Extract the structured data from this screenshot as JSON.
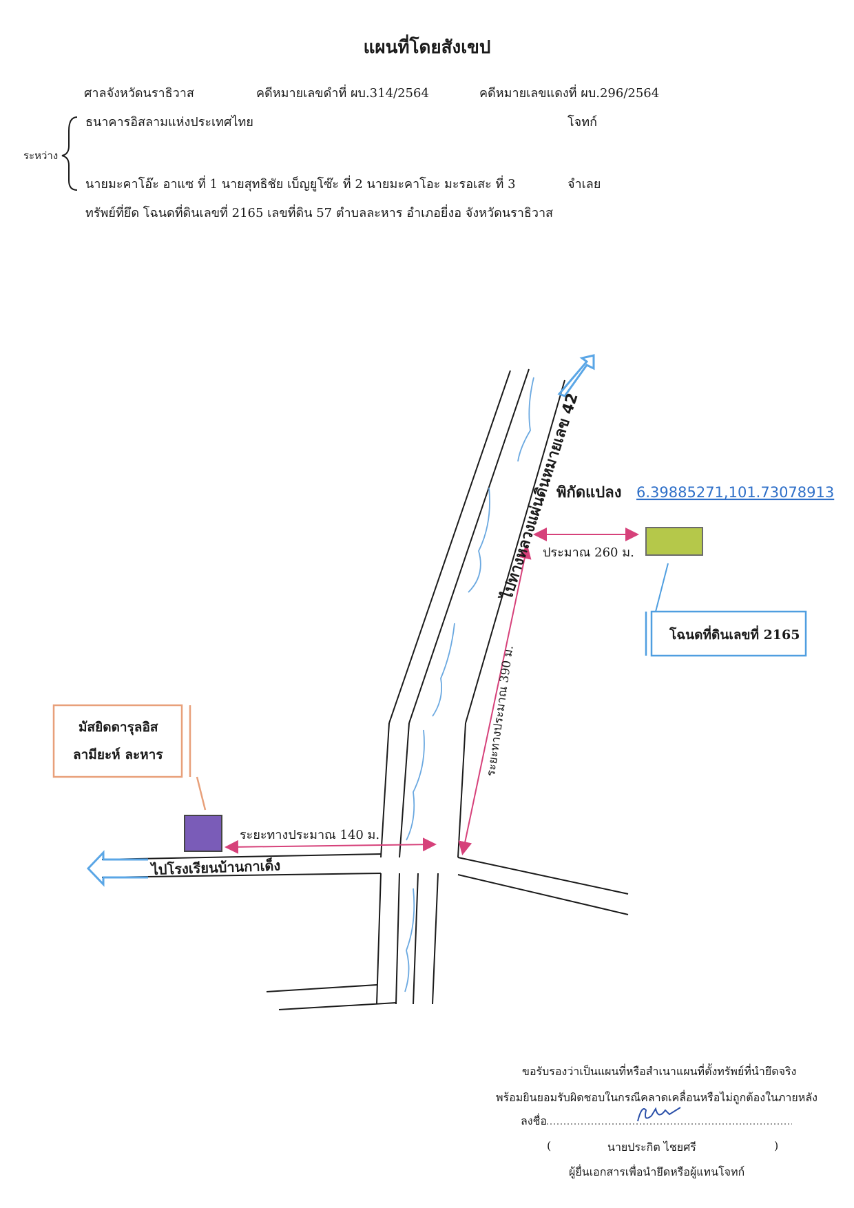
{
  "title": "แผนที่โดยสังเขป",
  "header": {
    "court": "ศาลจังหวัดนราธิวาส",
    "black_case": "คดีหมายเลขดำที่ ผบ.314/2564",
    "red_case": "คดีหมายเลขแดงที่ ผบ.296/2564",
    "between_label": "ระหว่าง",
    "plaintiff": "ธนาคารอิสลามแห่งประเทศไทย",
    "plaintiff_role": "โจทก์",
    "defendants": "นายมะคาโอ๊ะ อาแซ ที่ 1 นายสุทธิชัย เบ็ญยูโซ๊ะ ที่ 2 นายมะคาโอะ มะรอเสะ ที่ 3",
    "defendant_role": "จำเลย",
    "seized_property": "ทรัพย์ที่ยึด โฉนดที่ดินเลขที่ 2165 เลขที่ดิน 57 ตำบลละหาร อำเภอยี่งอ จังหวัดนราธิวาส"
  },
  "map": {
    "highway_label": "ไปทางหลวงแผ่นดินหมายเลข 42",
    "coords_label": "พิกัดแปลง",
    "coords_value": "6.39885271,101.73078913",
    "dist_260": "ประมาณ 260 ม.",
    "dist_390": "ระยะทางประมาณ 390 ม.",
    "dist_140": "ระยะทางประมาณ 140 ม.",
    "school_label": "ไปโรงเรียนบ้านกาเด็ง",
    "deed_box": "โฉนดที่ดินเลขที่ 2165",
    "mosque_line1": "มัสยิดดารุลอิส",
    "mosque_line2": "ลามียะห์ ละหาร",
    "colors": {
      "plot": "#b5c84a",
      "mosque_square": "#7a5cb8",
      "mosque_frame": "#e8a07a",
      "deed_frame": "#4f9ee0",
      "distance_arrow": "#d6417a",
      "direction_arrow": "#5aa6e6",
      "creek": "#6aa8e0",
      "link": "#2e6fc8"
    }
  },
  "signature": {
    "certify_line1": "ขอรับรองว่าเป็นแผนที่หรือสำเนาแผนที่ตั้งทรัพย์ที่นำยึดจริง",
    "certify_line2": "พร้อมยินยอมรับผิดชอบในกรณีคลาดเคลื่อนหรือไม่ถูกต้องในภายหลัง",
    "sign_label": "ลงชื่อ",
    "open_paren": "(",
    "name": "นายประกิต ไชยศรี",
    "close_paren": ")",
    "role": "ผู้ยื่นเอกสารเพื่อนำยึดหรือผู้แทนโจทก์"
  }
}
